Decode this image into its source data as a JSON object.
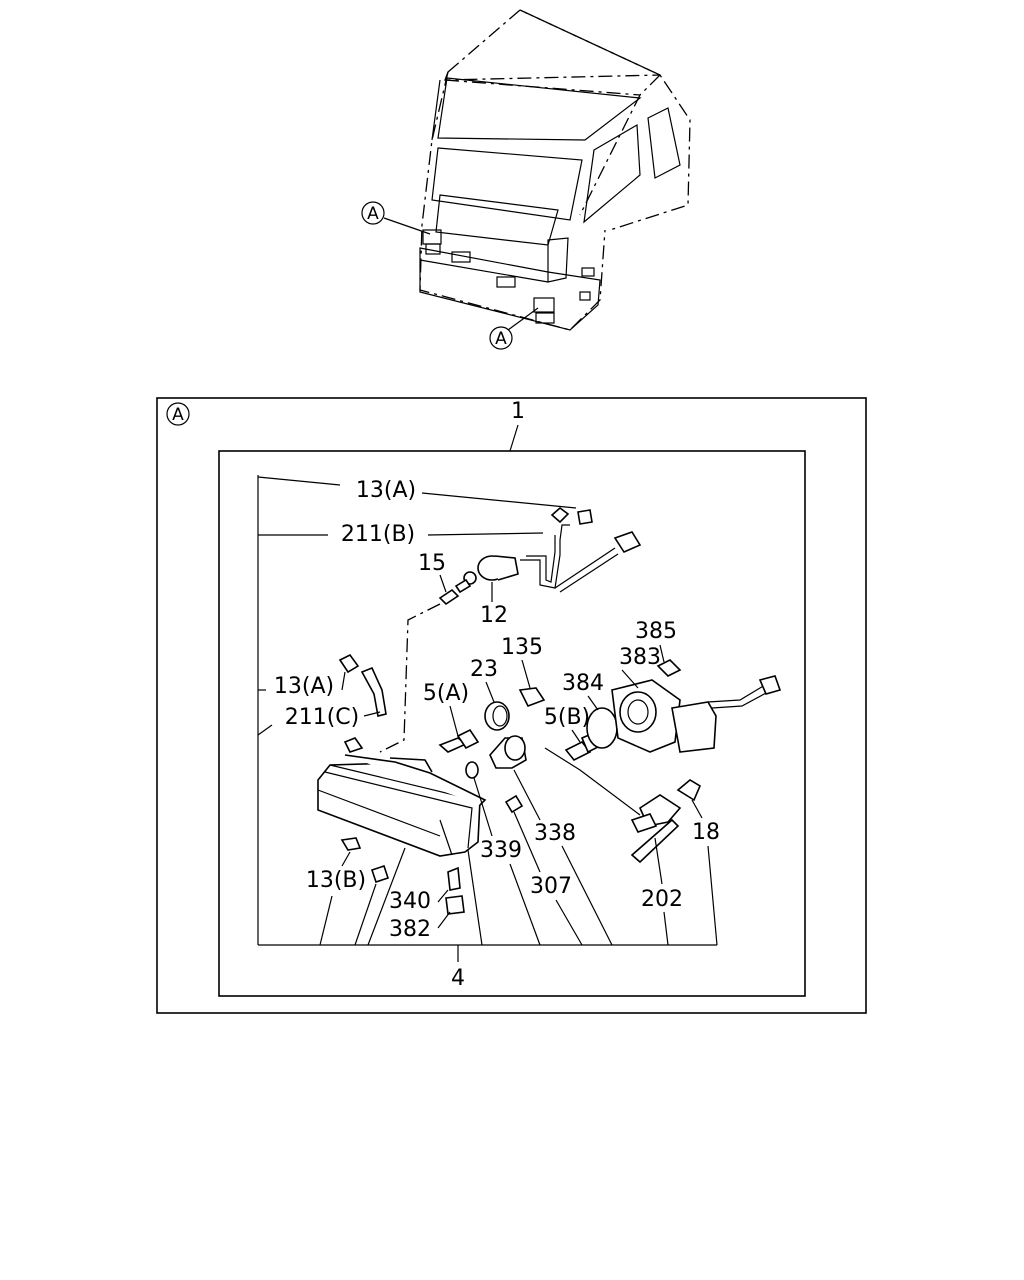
{
  "callout_marker": "A",
  "frame_label": "A",
  "parts": {
    "assembly": "1",
    "lamp_body": "4",
    "bulb_a": "5(A)",
    "bulb_b": "5(B)",
    "socket": "12",
    "clip_a_top": "13(A)",
    "clip_a_left": "13(A)",
    "clip_b": "13(B)",
    "bulb_15": "15",
    "bolt_18": "18",
    "ring_23": "23",
    "clip_135": "135",
    "bolt_202": "202",
    "harness_b": "211(B)",
    "harness_c": "211(C)",
    "screw_307": "307",
    "cover_338": "338",
    "oring_339": "339",
    "bulb_340": "340",
    "grommet_382": "382",
    "motor_383": "383",
    "gasket_384": "384",
    "screw_385": "385"
  }
}
